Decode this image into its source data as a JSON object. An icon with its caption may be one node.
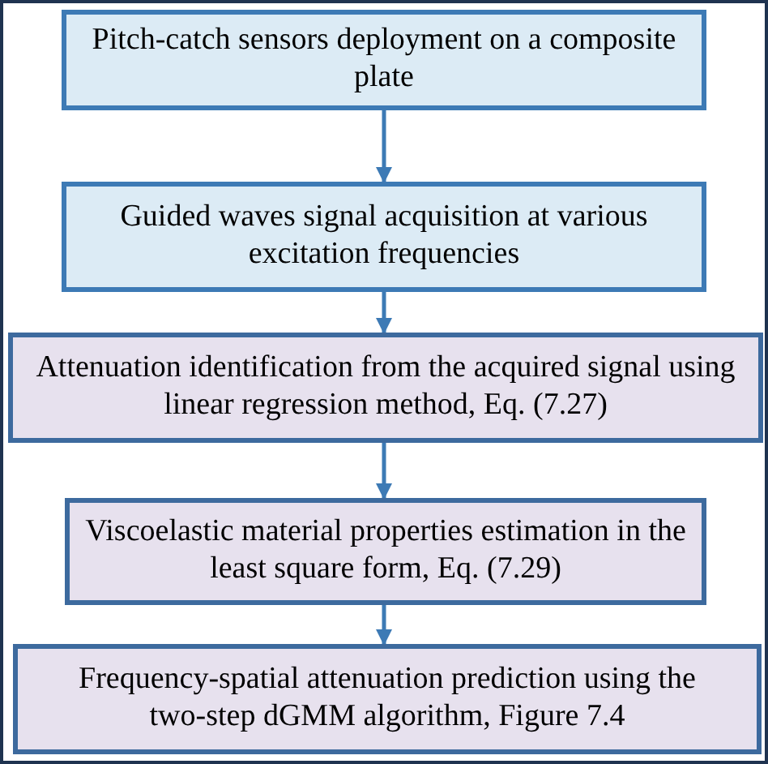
{
  "diagram": {
    "nodes": [
      {
        "text": [
          "Pitch-catch sensors deployment on a composite plate"
        ]
      },
      {
        "text": [
          "Guided waves signal acquisition at various excitation frequencies"
        ]
      },
      {
        "text": [
          "Attenuation identification from the acquired signal using linear regression method, Eq. (7.27)"
        ]
      },
      {
        "text": [
          "Viscoelastic material properties estimation in the least square form, Eq. (7.29)"
        ]
      },
      {
        "text": [
          "Frequency-spatial attenuation prediction using the two-step dGMM algorithm, Figure 7.4"
        ]
      }
    ],
    "edges": [
      {
        "from": 0,
        "to": 1,
        "arrow": "to"
      },
      {
        "from": 1,
        "to": 2,
        "arrow": "to"
      },
      {
        "from": 2,
        "to": 3,
        "arrow": "to"
      },
      {
        "from": 3,
        "to": 4,
        "arrow": "to"
      }
    ]
  }
}
